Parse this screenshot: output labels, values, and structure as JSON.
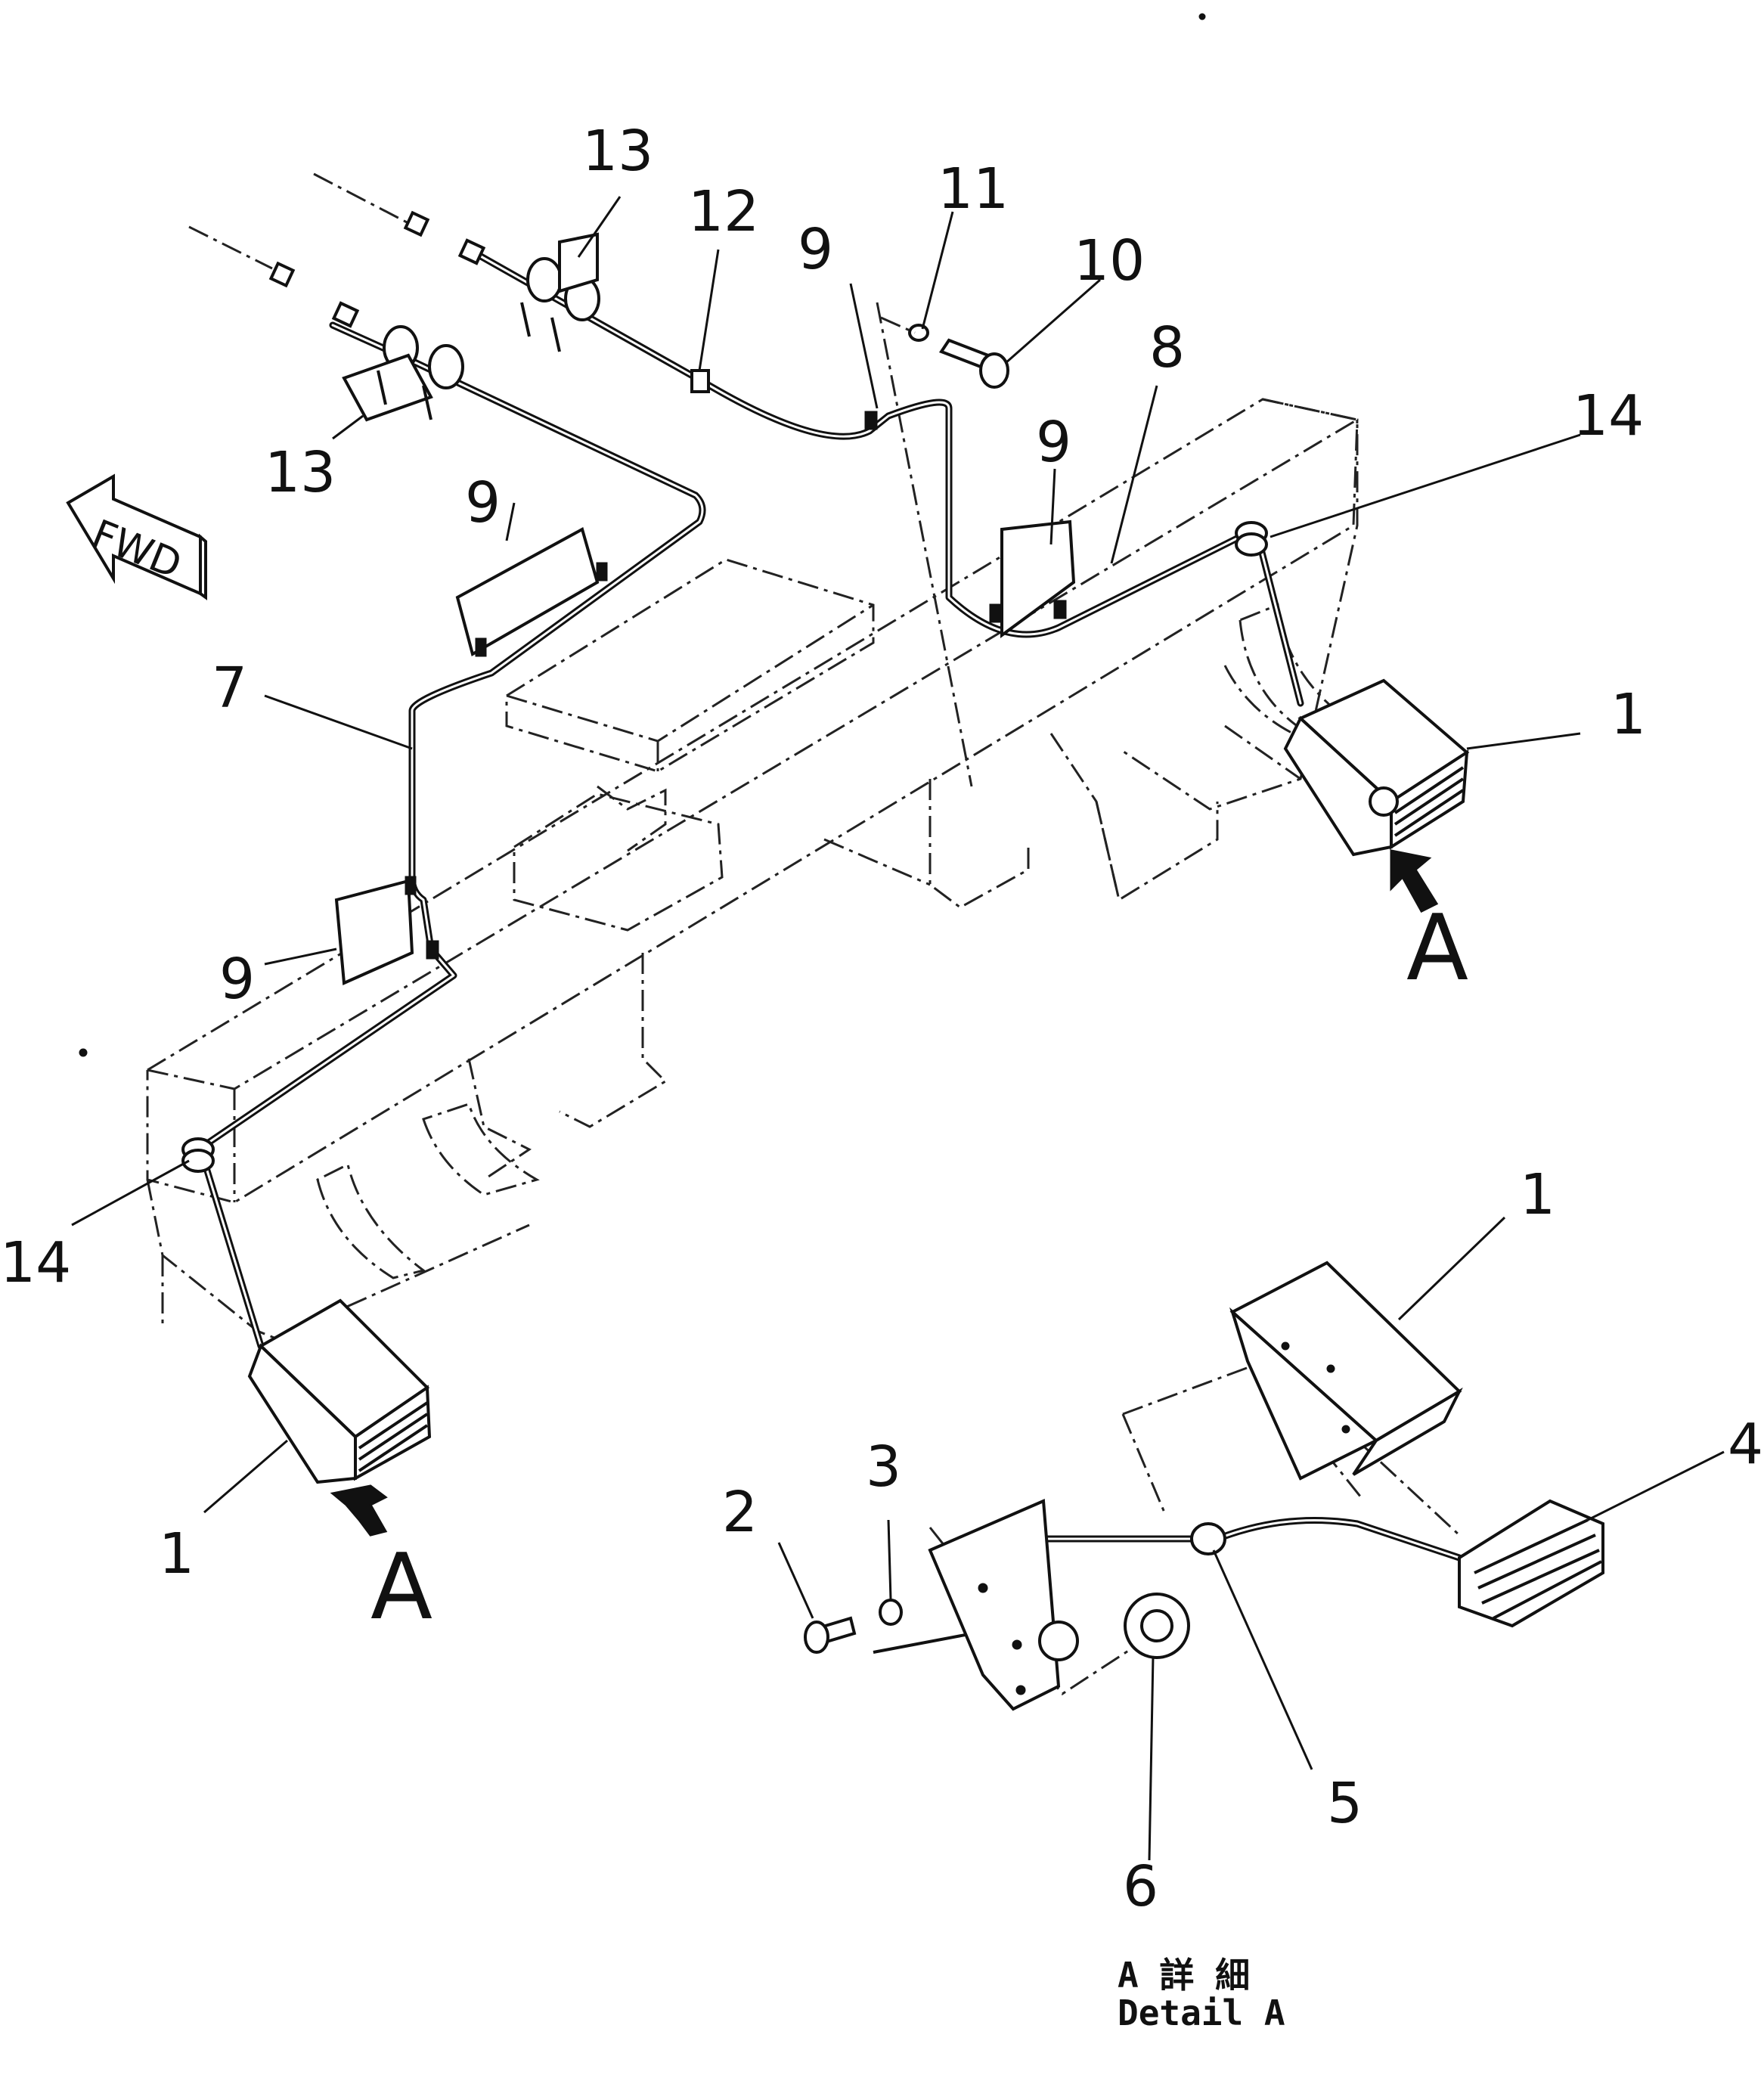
{
  "diagram": {
    "direction_marker": "FWD",
    "view_marker": "A",
    "callouts": [
      "1",
      "2",
      "3",
      "4",
      "5",
      "6",
      "7",
      "8",
      "9",
      "10",
      "11",
      "12",
      "13",
      "14"
    ],
    "detail_caption": {
      "line1": "A 詳 細",
      "line2": "Detail A"
    }
  }
}
